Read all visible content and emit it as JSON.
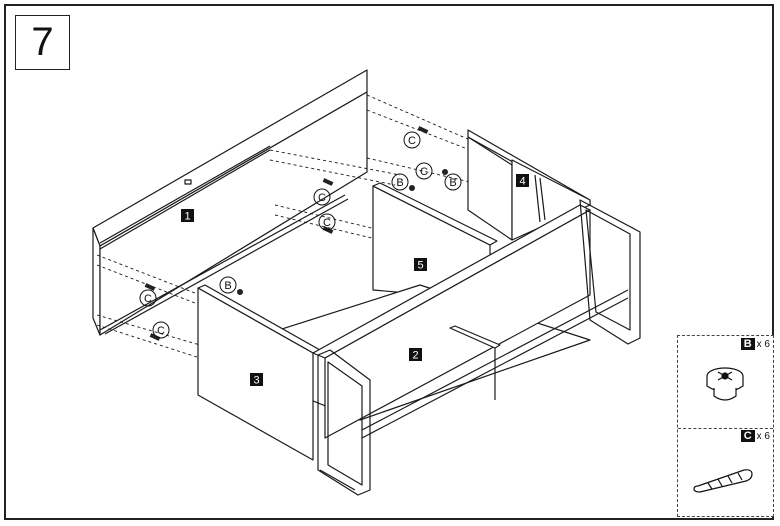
{
  "step": {
    "number": "7"
  },
  "panels": [
    {
      "id": "panel-1",
      "label": "1"
    },
    {
      "id": "panel-2",
      "label": "2"
    },
    {
      "id": "panel-3",
      "label": "3"
    },
    {
      "id": "panel-4",
      "label": "4"
    },
    {
      "id": "panel-5",
      "label": "5"
    }
  ],
  "callouts": {
    "B": "B",
    "C": "C"
  },
  "parts": [
    {
      "letter": "B",
      "qty": "x 6",
      "icon": "cam-lock-icon"
    },
    {
      "letter": "C",
      "qty": "x 6",
      "icon": "dowel-icon"
    }
  ]
}
